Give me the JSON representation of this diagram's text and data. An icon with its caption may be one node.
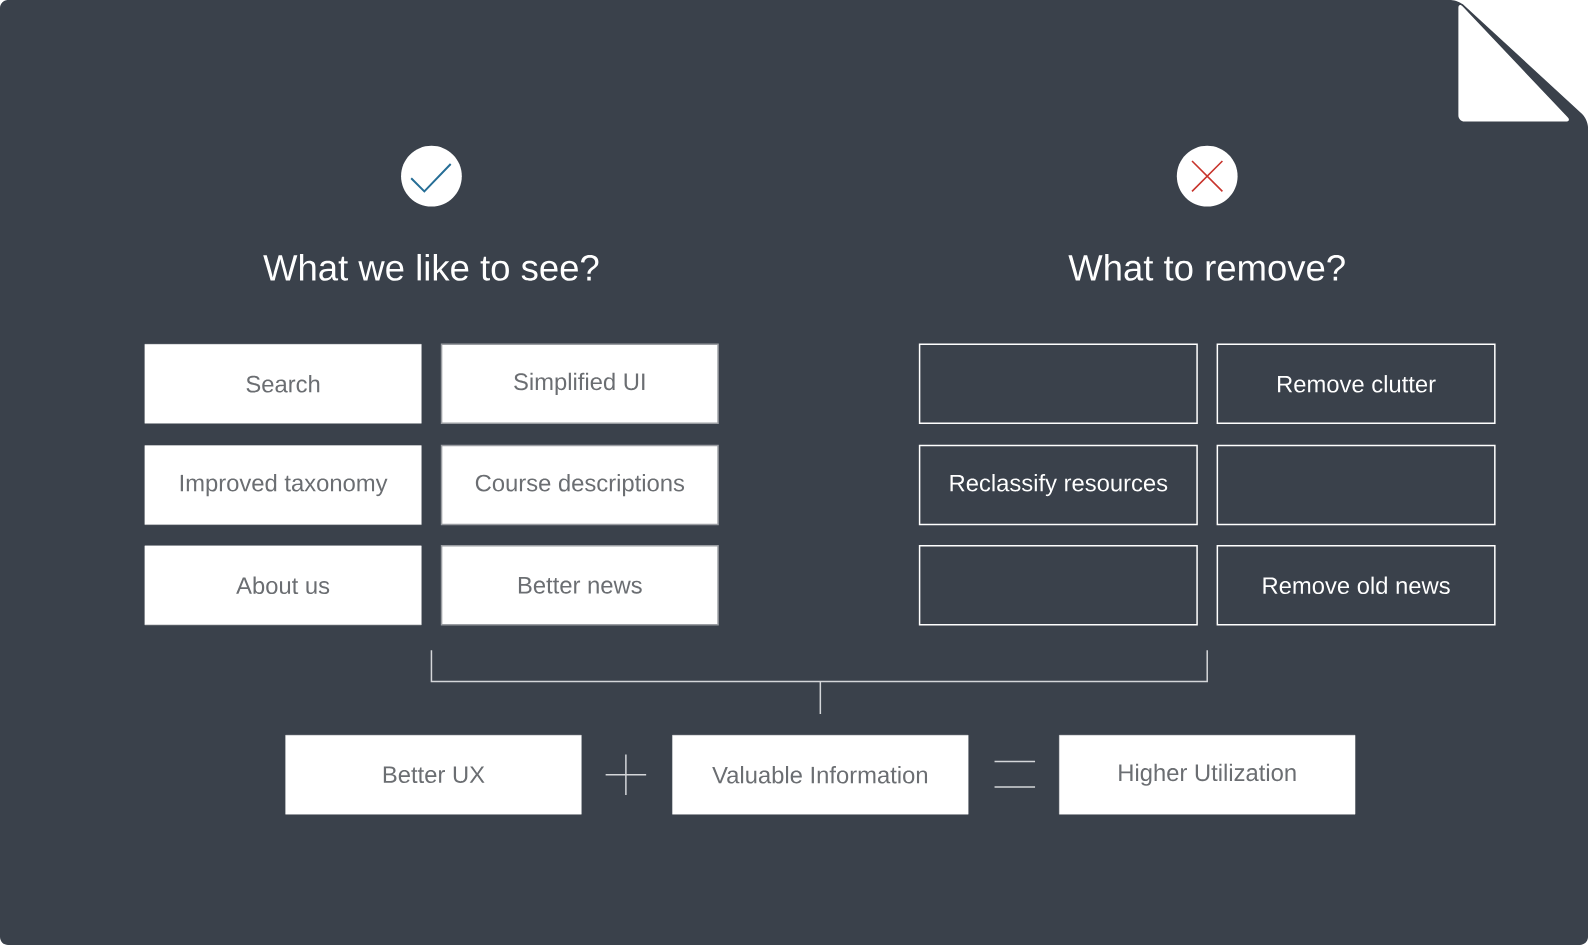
{
  "diagram": {
    "nodes": [
      {
        "text": [
          "Search"
        ]
      },
      {
        "text": [
          "Simplified UI"
        ]
      },
      {
        "text": [
          "Improved taxonomy"
        ]
      },
      {
        "text": [
          "Course descriptions"
        ]
      },
      {
        "text": [
          "About us"
        ]
      },
      {
        "text": [
          "Better news"
        ]
      },
      {
        "text": [],
        "shape": "box"
      },
      {
        "text": [
          "Remove clutter"
        ]
      },
      {
        "text": [
          "Reclassify resources"
        ]
      },
      {
        "text": [],
        "shape": "box"
      },
      {
        "text": [],
        "shape": "box"
      },
      {
        "text": [
          "Remove old news"
        ]
      },
      {
        "text": [
          "Better UX"
        ]
      },
      {
        "text": [
          "Valuable Information"
        ]
      },
      {
        "text": [
          "Higher Utilization"
        ]
      }
    ],
    "labels": [
      "What we like to see?",
      "What to remove?"
    ]
  }
}
